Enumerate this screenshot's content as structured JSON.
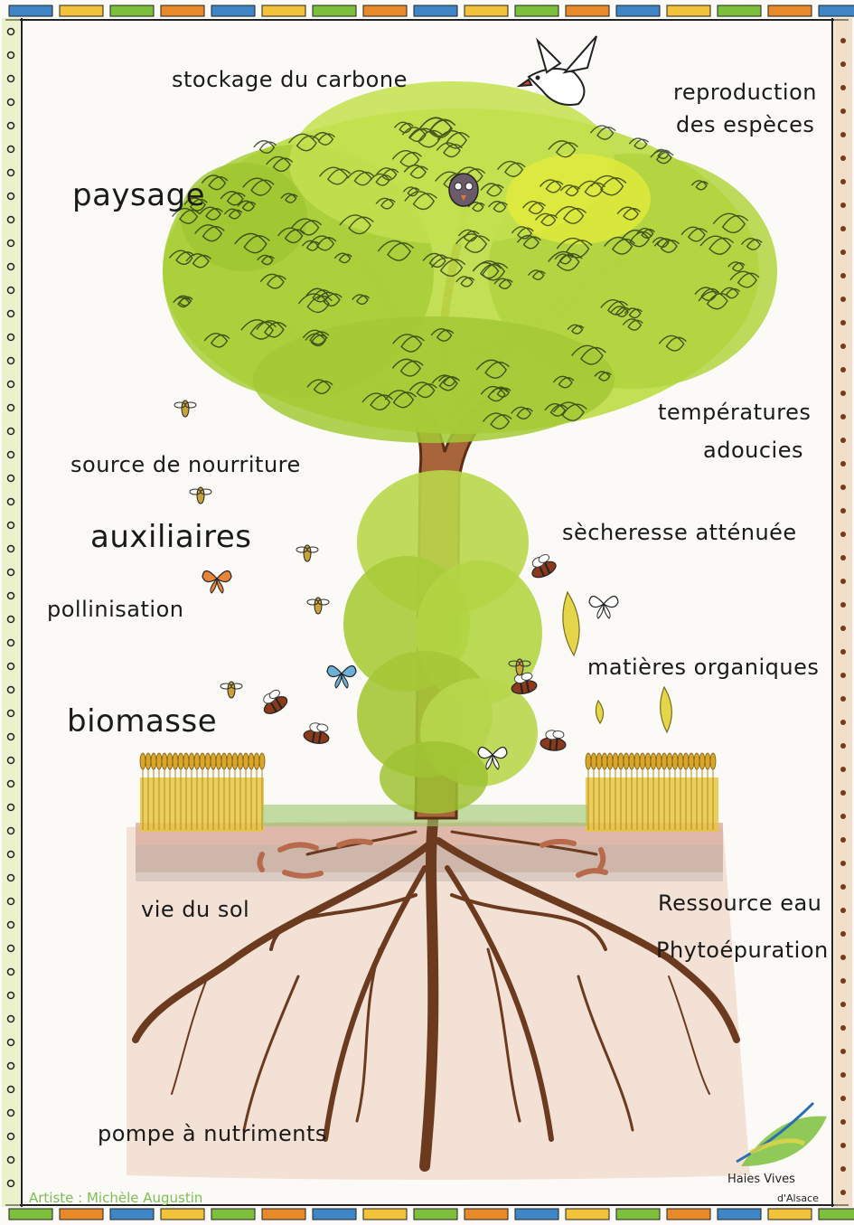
{
  "labels": {
    "stockage": "stockage du carbone",
    "reproduction_line1": "reproduction",
    "reproduction_line2": "des espèces",
    "paysage": "paysage",
    "temperatures_line1": "températures",
    "temperatures_line2": "adoucies",
    "source_nourriture": "source de nourriture",
    "auxiliaires": "auxiliaires",
    "secheresse": "sècheresse atténuée",
    "pollinisation": "pollinisation",
    "matieres": "matières organiques",
    "biomasse": "biomasse",
    "vie_sol": "vie du sol",
    "ressource_eau": "Ressource eau",
    "phyto": "Phytoépuration",
    "pompe": "pompe à nutriments"
  },
  "credit": "Artiste : Michèle Augustin",
  "logo": {
    "line1": "Haies Vives",
    "line2": "d'Alsace"
  },
  "colors": {
    "foliage": "#b5d93a",
    "foliage_dark": "#8fb82a",
    "trunk": "#9a5a2e",
    "soil": "#e7c3b3",
    "wheat": "#e8c640",
    "border_blue": "#3f86c6",
    "border_yellow": "#f2c23a",
    "border_green": "#7cbf3d",
    "border_orange": "#e98a2a"
  },
  "icons": [
    "bird-icon",
    "owl-icon",
    "butterfly-icon",
    "bee-icon",
    "leaf-icon",
    "worm-icon",
    "logo-leaf-icon"
  ]
}
